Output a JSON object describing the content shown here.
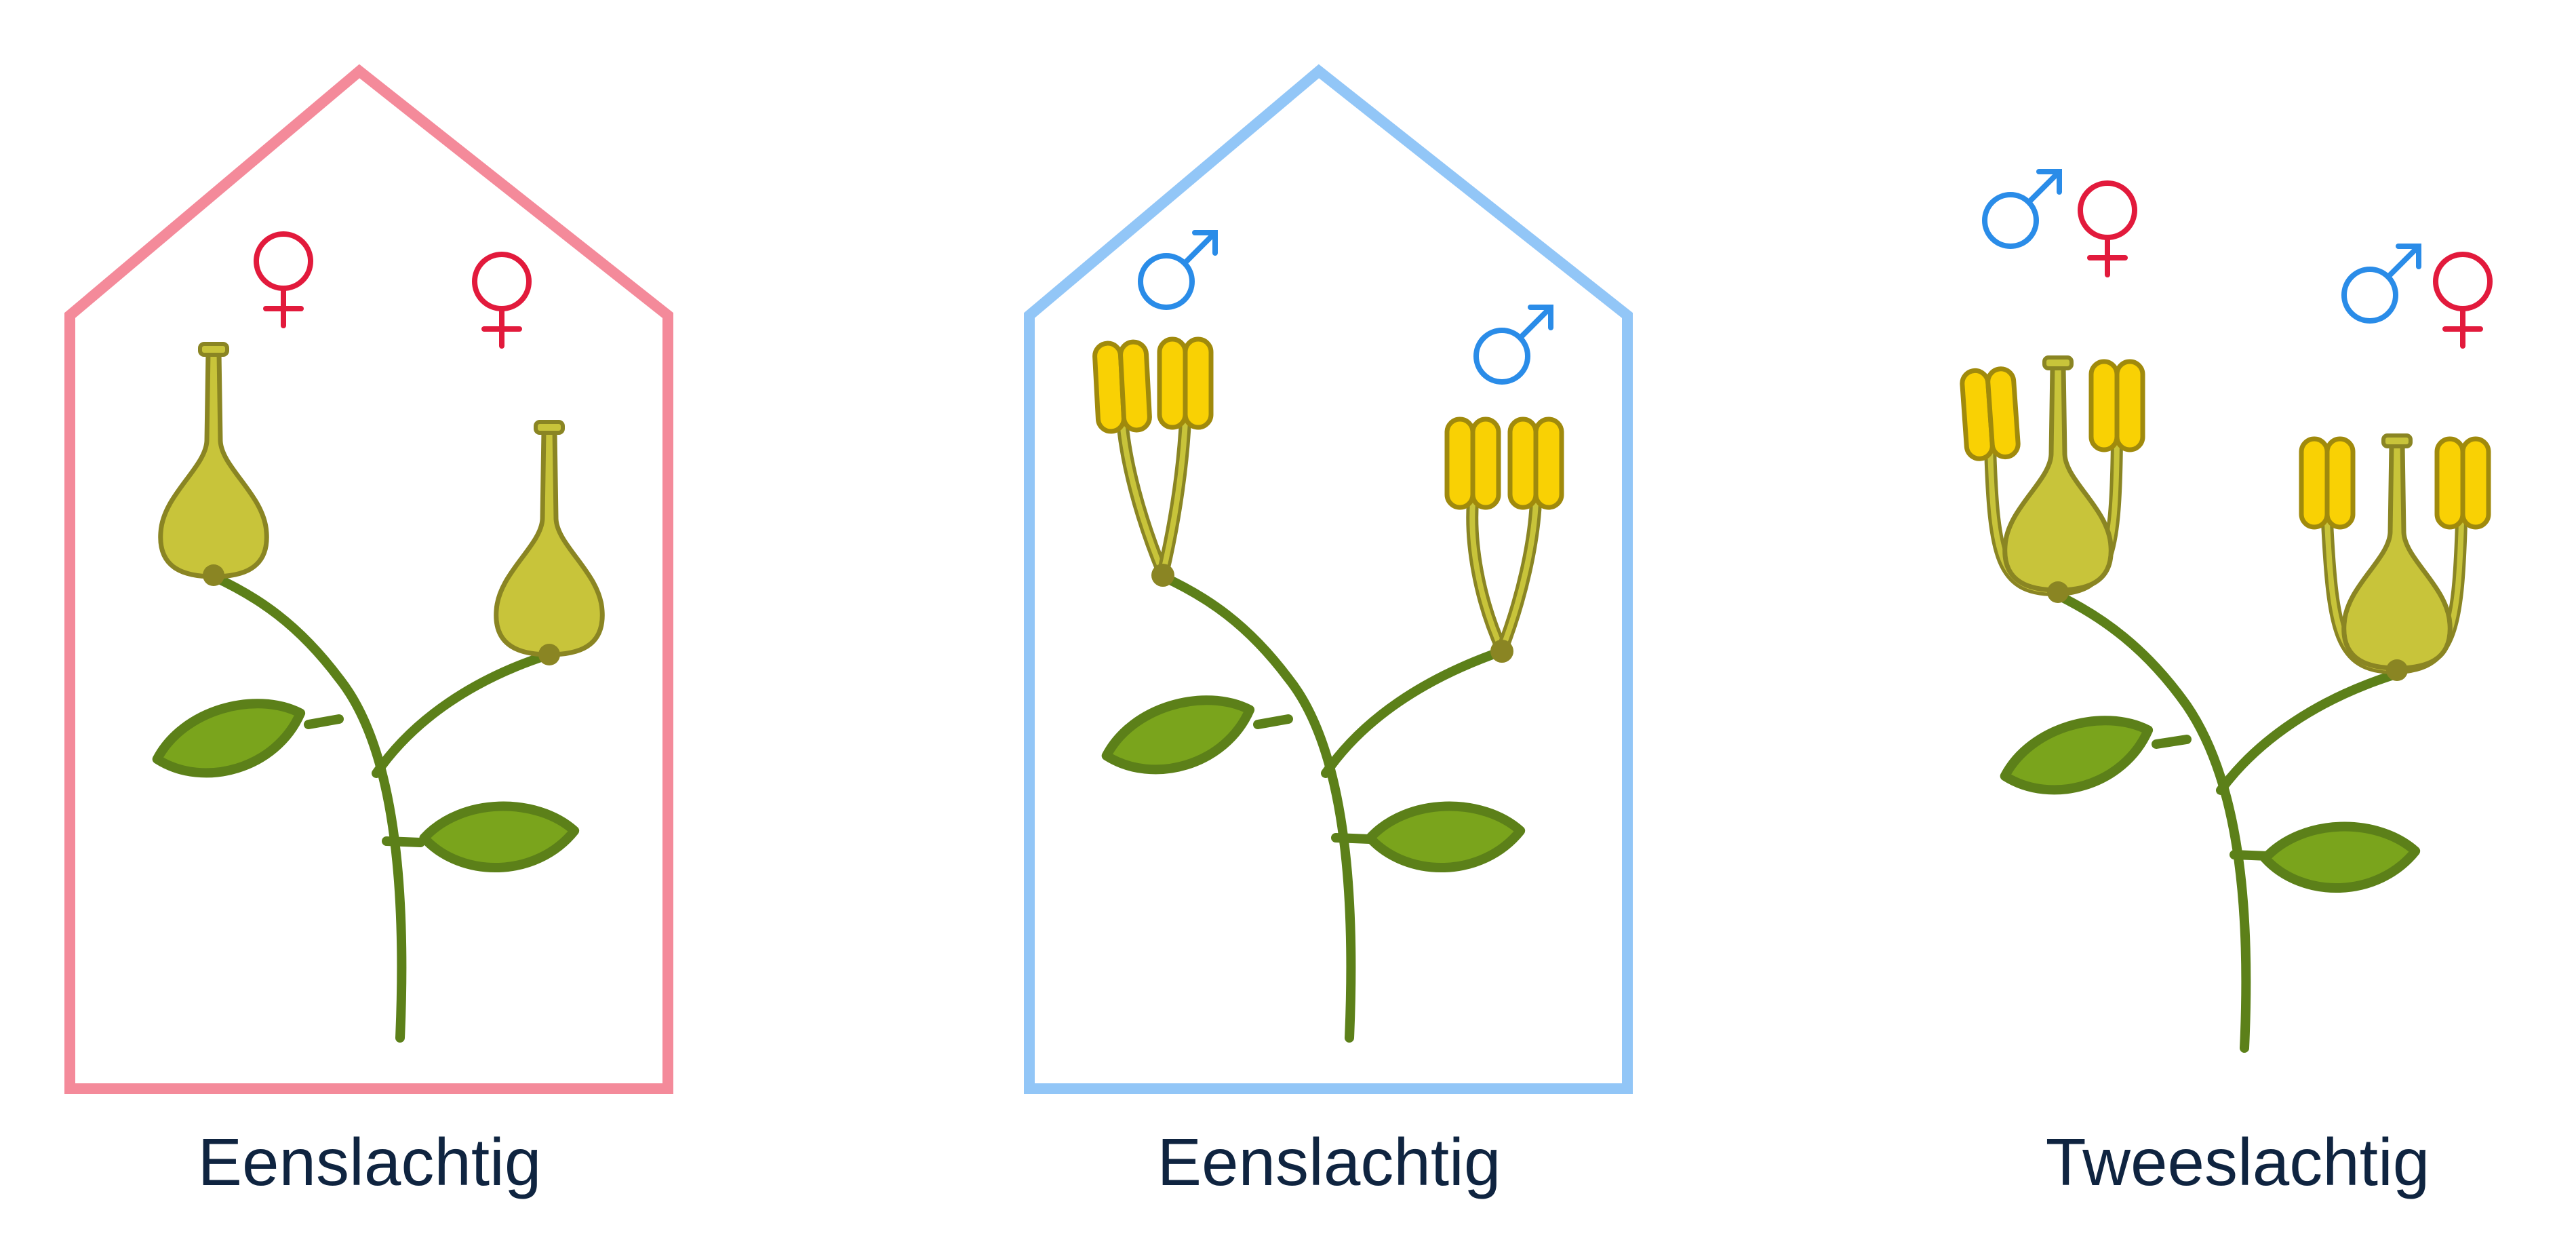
{
  "panels": [
    {
      "label": "Eenslachtig",
      "frame_color": "#f48a9a",
      "symbols": [
        "♀",
        "♀"
      ]
    },
    {
      "label": "Eenslachtig",
      "frame_color": "#92c6f7",
      "symbols": [
        "♂",
        "♂"
      ]
    },
    {
      "label": "Tweeslachtig",
      "frame_color": null,
      "symbols": [
        "♂",
        "♀",
        "♂",
        "♀"
      ]
    }
  ],
  "colors": {
    "female_symbol": "#e21a3c",
    "male_symbol": "#2a8ce8",
    "stem": "#5c8019",
    "leaf": "#7aa41c",
    "pistil": "#c8c43a",
    "pistil_outline": "#8a8523",
    "anther": "#f9d104",
    "anther_outline": "#a08a0c"
  },
  "icons": [
    "female-symbol-icon",
    "male-symbol-icon"
  ]
}
